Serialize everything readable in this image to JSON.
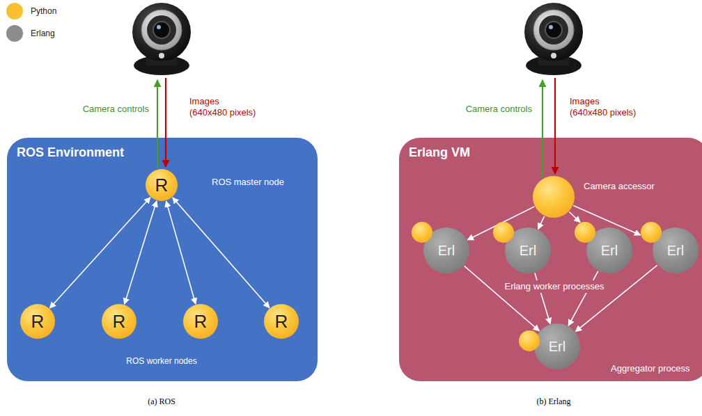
{
  "diagram": {
    "nodes": [
      {
        "text": [
          "ROS Environment"
        ]
      },
      {
        "text": [
          "R",
          "ROS master node"
        ],
        "in": 0
      },
      {
        "text": [
          "R"
        ],
        "in": 0
      },
      {
        "text": [
          "R"
        ],
        "in": 0
      },
      {
        "text": [
          "R"
        ],
        "in": 0
      },
      {
        "text": [
          "R"
        ],
        "in": 0
      },
      {
        "text": [
          "Erlang VM"
        ]
      },
      {
        "text": [
          "Camera accessor"
        ],
        "in": 6
      },
      {
        "text": [
          "Erl"
        ],
        "in": 6
      },
      {
        "text": [
          "Erl"
        ],
        "in": 6
      },
      {
        "text": [
          "Erl"
        ],
        "in": 6
      },
      {
        "text": [
          "Erl"
        ],
        "in": 6
      },
      {
        "text": [
          "Erl",
          "Aggregator process"
        ],
        "in": 6
      }
    ],
    "edges": [
      {
        "from": 1,
        "to": 2,
        "arrow": "both"
      },
      {
        "from": 1,
        "to": 3,
        "arrow": "both"
      },
      {
        "from": 1,
        "to": 4,
        "arrow": "both"
      },
      {
        "from": 1,
        "to": 5,
        "arrow": "both"
      },
      {
        "from": 7,
        "to": 8,
        "arrow": "to"
      },
      {
        "from": 7,
        "to": 9,
        "arrow": "to"
      },
      {
        "from": 7,
        "to": 10,
        "arrow": "to"
      },
      {
        "from": 7,
        "to": 11,
        "arrow": "to"
      },
      {
        "from": 8,
        "to": 12,
        "arrow": "to"
      },
      {
        "from": 9,
        "to": 12,
        "arrow": "to"
      },
      {
        "from": 10,
        "to": 12,
        "arrow": "to"
      },
      {
        "from": 11,
        "to": 12,
        "arrow": "to"
      }
    ],
    "labels": [
      "Camera controls",
      "Images (640x480 pixels)",
      "ROS worker nodes",
      "Camera controls",
      "Images (640x480 pixels)",
      "Erlang worker processes",
      "(a) ROS",
      "(b) Erlang"
    ],
    "legend": [
      {
        "text": "Python",
        "color": "#fbbf32"
      },
      {
        "text": "Erlang",
        "color": "#8c8c8c"
      }
    ]
  }
}
